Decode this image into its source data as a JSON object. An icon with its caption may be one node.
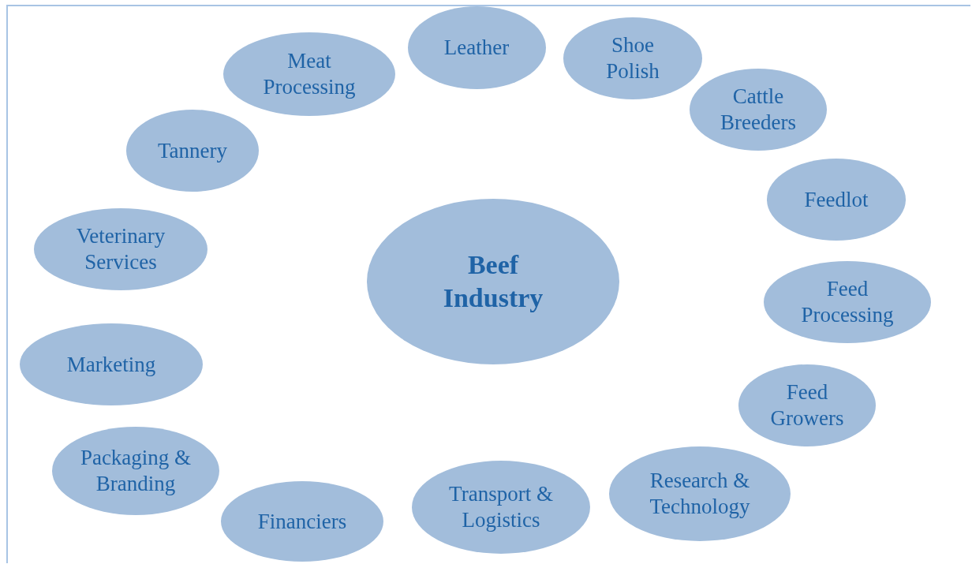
{
  "diagram": {
    "nodes": [
      {
        "text": [
          "Beef Industry"
        ]
      },
      {
        "text": [
          "Leather"
        ]
      },
      {
        "text": [
          "Shoe Polish"
        ]
      },
      {
        "text": [
          "Cattle Breeders"
        ]
      },
      {
        "text": [
          "Feedlot"
        ]
      },
      {
        "text": [
          "Feed Processing"
        ]
      },
      {
        "text": [
          "Feed Growers"
        ]
      },
      {
        "text": [
          "Research & Technology"
        ]
      },
      {
        "text": [
          "Transport & Logistics"
        ]
      },
      {
        "text": [
          "Financiers"
        ]
      },
      {
        "text": [
          "Packaging & Branding"
        ]
      },
      {
        "text": [
          "Marketing"
        ]
      },
      {
        "text": [
          "Veterinary Services"
        ]
      },
      {
        "text": [
          "Tannery"
        ]
      },
      {
        "text": [
          "Meat Processing"
        ]
      }
    ],
    "edges": []
  }
}
